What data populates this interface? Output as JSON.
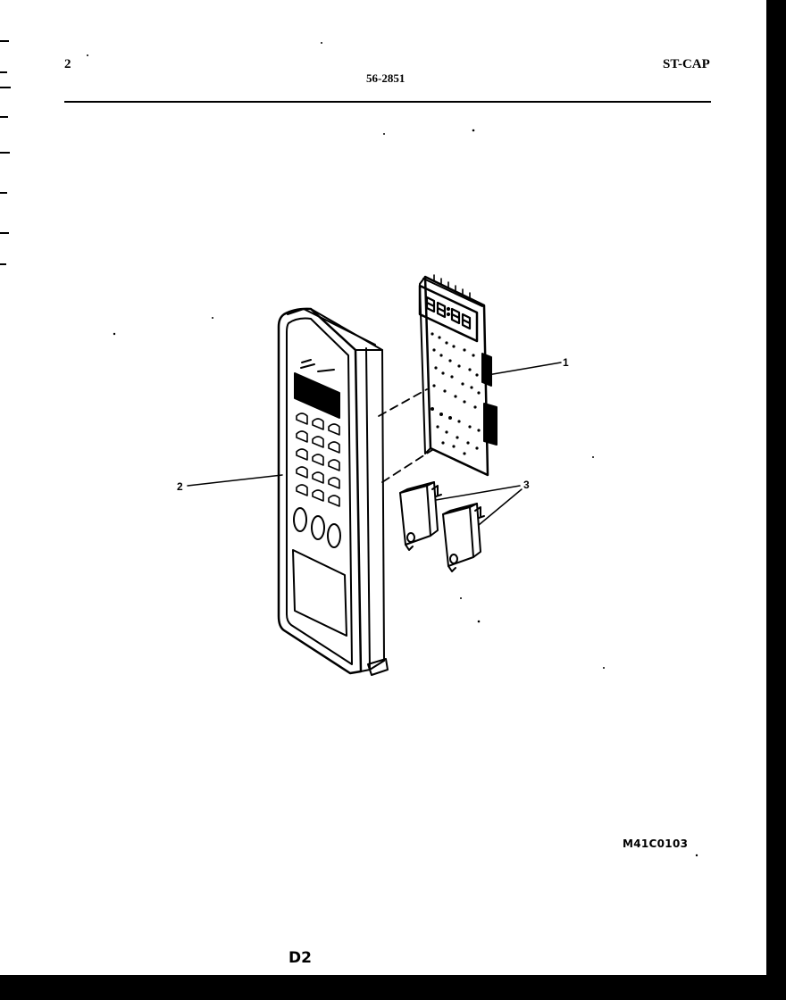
{
  "header": {
    "page_number": "2",
    "document_number": "56-2851",
    "model_code": "ST-CAP"
  },
  "diagram": {
    "id": "M41C0103",
    "parts": [
      {
        "callout": "1"
      },
      {
        "callout": "2"
      },
      {
        "callout": "3"
      }
    ]
  },
  "footer": {
    "page_code": "D2"
  }
}
